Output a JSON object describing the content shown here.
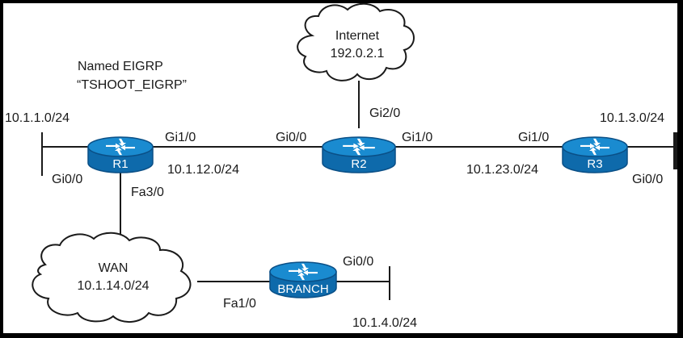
{
  "note": {
    "line1": "Named EIGRP",
    "line2": "“TSHOOT_EIGRP”"
  },
  "clouds": {
    "internet": {
      "name": "Internet",
      "address": "192.0.2.1"
    },
    "wan": {
      "name": "WAN",
      "address": "10.1.14.0/24"
    }
  },
  "routers": {
    "r1": {
      "name": "R1",
      "icon": "router-icon"
    },
    "r2": {
      "name": "R2",
      "icon": "router-icon"
    },
    "r3": {
      "name": "R3",
      "icon": "router-icon"
    },
    "branch": {
      "name": "BRANCH",
      "icon": "router-icon"
    }
  },
  "interfaces": {
    "r1_gi1_0": "Gi1/0",
    "r1_gi0_0": "Gi0/0",
    "r1_fa3_0": "Fa3/0",
    "r2_gi0_0": "Gi0/0",
    "r2_gi1_0": "Gi1/0",
    "r2_gi2_0": "Gi2/0",
    "r3_gi1_0": "Gi1/0",
    "r3_gi0_0": "Gi0/0",
    "branch_gi0_0": "Gi0/0",
    "branch_fa1_0": "Fa1/0"
  },
  "subnets": {
    "r1_lan": "10.1.1.0/24",
    "r1_r2": "10.1.12.0/24",
    "r2_r3": "10.1.23.0/24",
    "r3_lan": "10.1.3.0/24",
    "branch_lan": "10.1.4.0/24"
  },
  "colors": {
    "router_top": "#1a8bd0",
    "router_body": "#0e6aab",
    "router_edge": "#0a4f86",
    "cloud_stroke": "#1a1a1a",
    "link": "#1a1a1a"
  }
}
